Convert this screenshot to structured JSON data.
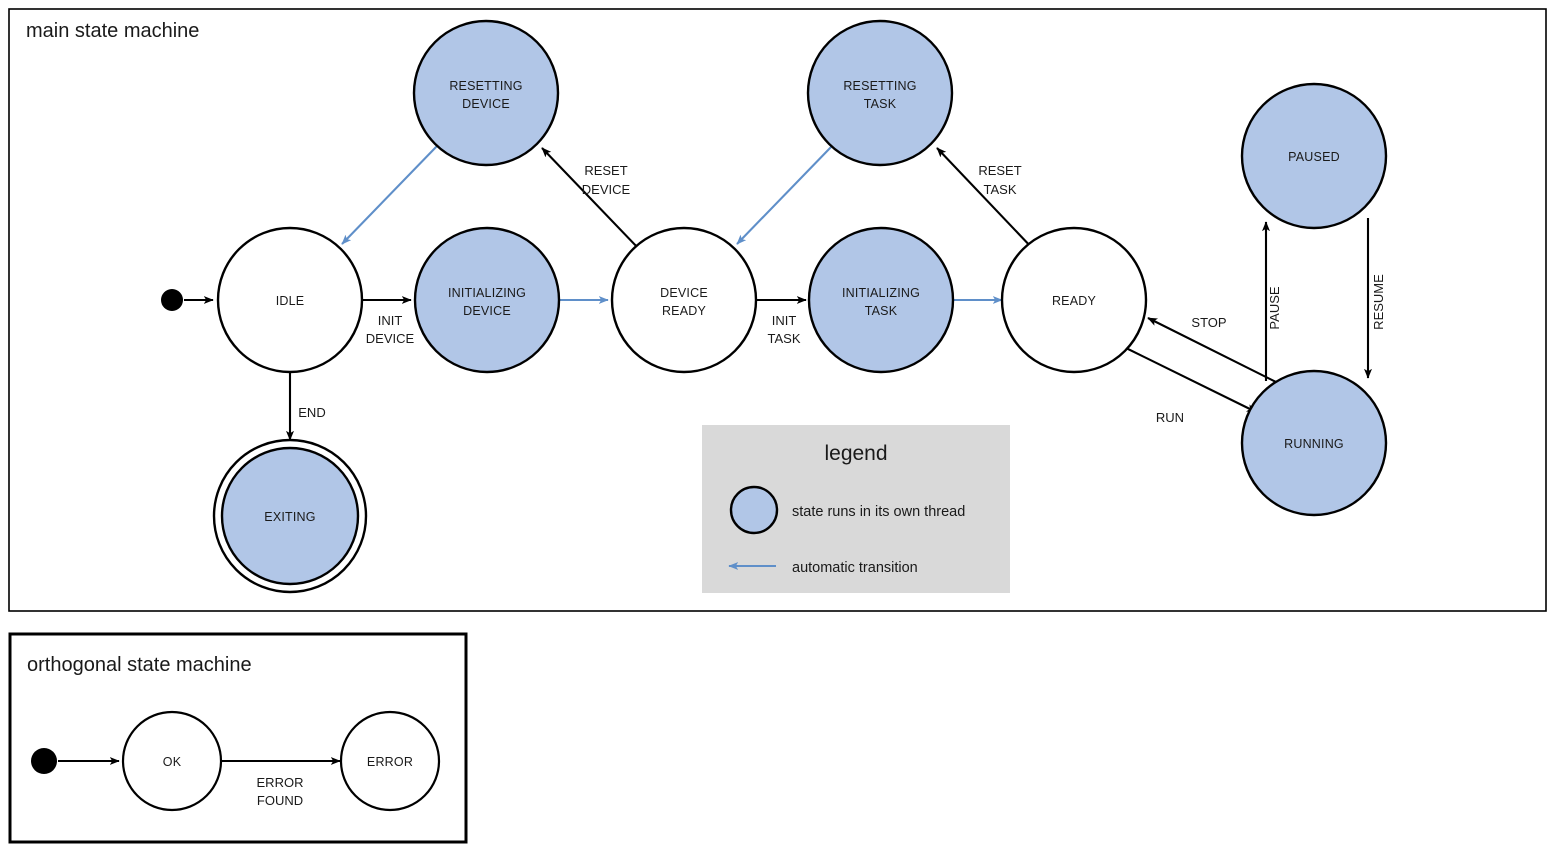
{
  "diagram": {
    "type": "state-machine",
    "colors": {
      "thread_state_fill": "#b1c6e7",
      "plain_state_fill": "#ffffff",
      "stroke": "#000000",
      "auto_transition": "#5f8fc9",
      "legend_background": "#d9d9d9"
    }
  },
  "main": {
    "title": "main state machine",
    "states": [
      {
        "id": "idle",
        "label_line1": "IDLE",
        "label_line2": "",
        "kind": "plain"
      },
      {
        "id": "resetting-device",
        "label_line1": "RESETTING",
        "label_line2": "DEVICE",
        "kind": "thread"
      },
      {
        "id": "initializing-device",
        "label_line1": "INITIALIZING",
        "label_line2": "DEVICE",
        "kind": "thread"
      },
      {
        "id": "device-ready",
        "label_line1": "DEVICE",
        "label_line2": "READY",
        "kind": "plain"
      },
      {
        "id": "resetting-task",
        "label_line1": "RESETTING",
        "label_line2": "TASK",
        "kind": "thread"
      },
      {
        "id": "initializing-task",
        "label_line1": "INITIALIZING",
        "label_line2": "TASK",
        "kind": "thread"
      },
      {
        "id": "ready",
        "label_line1": "READY",
        "label_line2": "",
        "kind": "plain"
      },
      {
        "id": "paused",
        "label_line1": "PAUSED",
        "label_line2": "",
        "kind": "thread"
      },
      {
        "id": "running",
        "label_line1": "RUNNING",
        "label_line2": "",
        "kind": "thread"
      },
      {
        "id": "exiting",
        "label_line1": "EXITING",
        "label_line2": "",
        "kind": "final-thread"
      }
    ],
    "transitions": [
      {
        "id": "start-idle",
        "from": "start",
        "to": "idle",
        "label_line1": "",
        "label_line2": "",
        "auto": false
      },
      {
        "id": "idle-initdev",
        "from": "idle",
        "to": "initializing-device",
        "label_line1": "INIT",
        "label_line2": "DEVICE",
        "auto": false
      },
      {
        "id": "initdev-devready",
        "from": "initializing-device",
        "to": "device-ready",
        "label_line1": "",
        "label_line2": "",
        "auto": true
      },
      {
        "id": "devready-resetdev",
        "from": "device-ready",
        "to": "resetting-device",
        "label_line1": "RESET",
        "label_line2": "DEVICE",
        "auto": false
      },
      {
        "id": "resetdev-idle",
        "from": "resetting-device",
        "to": "idle",
        "label_line1": "",
        "label_line2": "",
        "auto": true
      },
      {
        "id": "devready-inittask",
        "from": "device-ready",
        "to": "initializing-task",
        "label_line1": "INIT",
        "label_line2": "TASK",
        "auto": false
      },
      {
        "id": "inittask-ready",
        "from": "initializing-task",
        "to": "ready",
        "label_line1": "",
        "label_line2": "",
        "auto": true
      },
      {
        "id": "ready-resettask",
        "from": "ready",
        "to": "resetting-task",
        "label_line1": "RESET",
        "label_line2": "TASK",
        "auto": false
      },
      {
        "id": "resettask-devready",
        "from": "resetting-task",
        "to": "device-ready",
        "label_line1": "",
        "label_line2": "",
        "auto": true
      },
      {
        "id": "ready-running",
        "from": "ready",
        "to": "running",
        "label_line1": "RUN",
        "label_line2": "",
        "auto": false
      },
      {
        "id": "running-ready",
        "from": "running",
        "to": "ready",
        "label_line1": "STOP",
        "label_line2": "",
        "auto": false
      },
      {
        "id": "running-paused",
        "from": "running",
        "to": "paused",
        "label_line1": "PAUSE",
        "label_line2": "",
        "auto": false
      },
      {
        "id": "paused-running",
        "from": "paused",
        "to": "running",
        "label_line1": "RESUME",
        "label_line2": "",
        "auto": false
      },
      {
        "id": "idle-exiting",
        "from": "idle",
        "to": "exiting",
        "label_line1": "END",
        "label_line2": "",
        "auto": false
      }
    ]
  },
  "legend": {
    "title": "legend",
    "items": [
      {
        "id": "thread-state",
        "symbol": "filled-circle",
        "text": "state runs in its own thread"
      },
      {
        "id": "automatic-arrow",
        "symbol": "left-arrow",
        "text": "automatic transition"
      }
    ]
  },
  "orthogonal": {
    "title": "orthogonal state machine",
    "states": [
      {
        "id": "ok",
        "label_line1": "OK",
        "label_line2": "",
        "kind": "plain"
      },
      {
        "id": "error",
        "label_line1": "ERROR",
        "label_line2": "",
        "kind": "plain"
      }
    ],
    "transitions": [
      {
        "id": "start-ok",
        "from": "start",
        "to": "ok",
        "label_line1": "",
        "label_line2": "",
        "auto": false
      },
      {
        "id": "ok-error",
        "from": "ok",
        "to": "error",
        "label_line1": "ERROR",
        "label_line2": "FOUND",
        "auto": false
      }
    ]
  }
}
